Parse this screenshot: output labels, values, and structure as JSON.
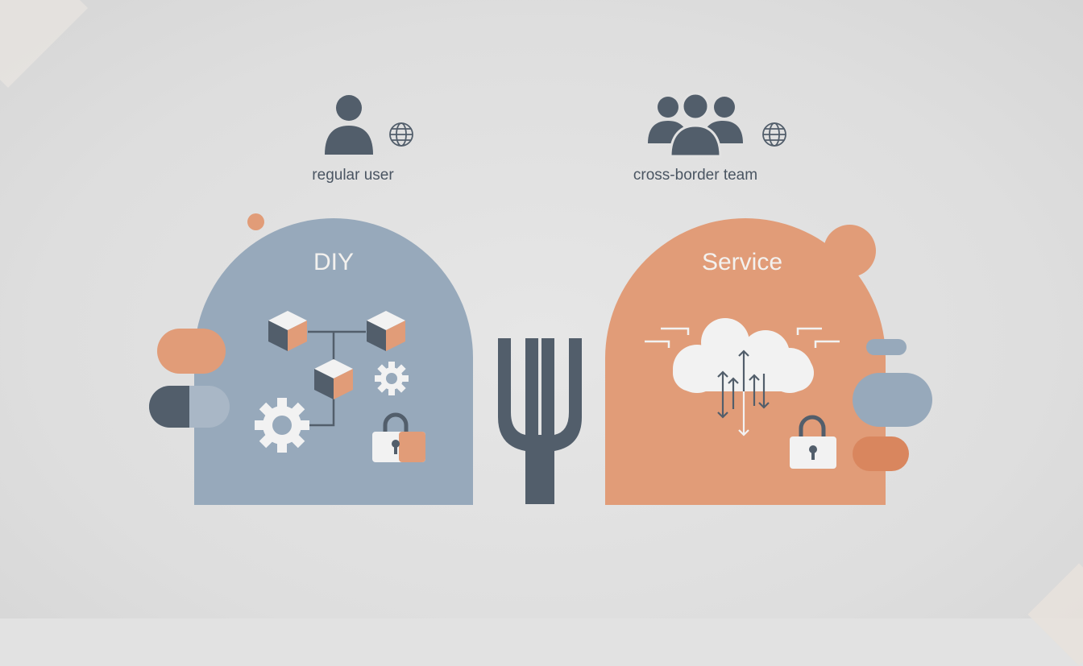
{
  "personas": {
    "left": {
      "label": "regular user",
      "icons": [
        "user-icon",
        "globe-icon"
      ]
    },
    "right": {
      "label": "cross-border team",
      "icons": [
        "group-icon",
        "globe-icon"
      ]
    }
  },
  "panels": {
    "diy": {
      "title": "DIY",
      "color": "#97a9bb",
      "icons": [
        "cube-icon",
        "gear-icon",
        "open-lock-icon"
      ]
    },
    "service": {
      "title": "Service",
      "color": "#e19c78",
      "icons": [
        "cloud-icon",
        "arrows-icon",
        "lock-icon"
      ]
    }
  },
  "divider": {
    "icon": "fork-icon",
    "color": "#525e6b"
  },
  "colors": {
    "background": "#e2e2e2",
    "slate": "#525e6b",
    "blue_gray": "#97a9bb",
    "orange": "#e19c78",
    "text": "#4a5562"
  }
}
